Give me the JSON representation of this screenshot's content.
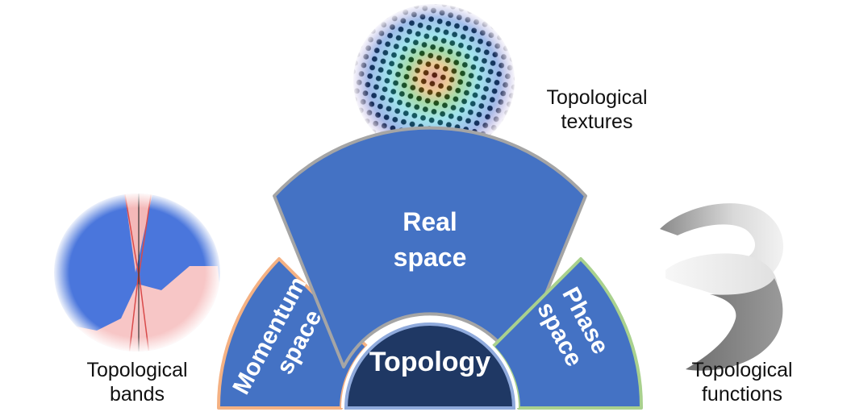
{
  "diagram": {
    "center": {
      "label": "Topology",
      "fill": "#1f3864",
      "ring": "#8faadc"
    },
    "segments": [
      {
        "id": "momentum",
        "line1": "Momentum",
        "line2": "space",
        "fill": "#4472c4",
        "border": "#f4b183"
      },
      {
        "id": "real",
        "line1": "Real",
        "line2": "space",
        "fill": "#4472c4",
        "border": "#a5a5a5"
      },
      {
        "id": "phase",
        "line1": "Phase",
        "line2": "space",
        "fill": "#4472c4",
        "border": "#a9d18e"
      }
    ],
    "illustrations": {
      "textures": {
        "line1": "Topological",
        "line2": "textures"
      },
      "bands": {
        "line1": "Topological",
        "line2": "bands"
      },
      "functions": {
        "line1": "Topological",
        "line2": "functions"
      }
    }
  }
}
